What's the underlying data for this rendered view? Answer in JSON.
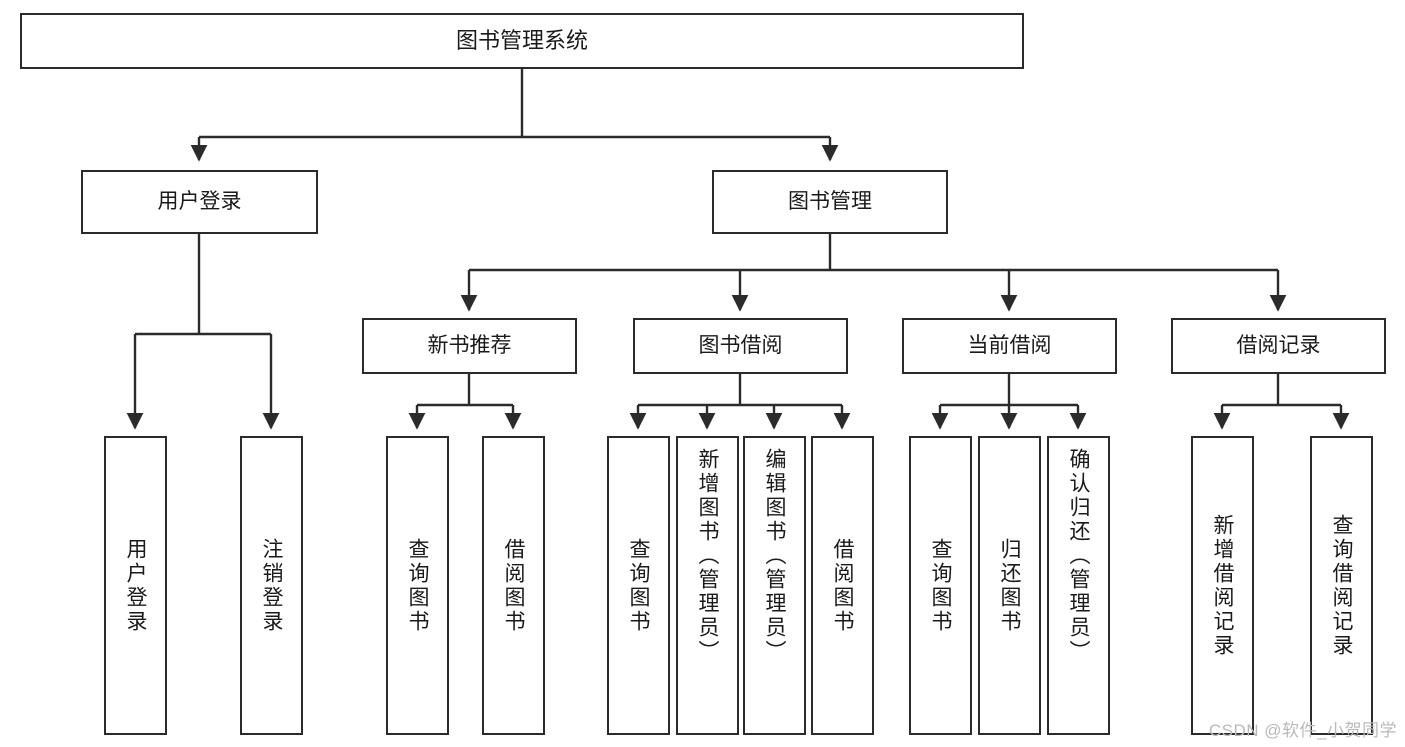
{
  "diagram": {
    "title": "图书管理系统",
    "type": "functional-structure-tree",
    "watermark": "CSDN @软件_小贺同学",
    "colors": {
      "border": "#2b2b2b",
      "background": "#ffffff",
      "text": "#1a1a1a",
      "connector": "#2b2b2b",
      "watermark": "#b9b9b9"
    }
  },
  "nodes": {
    "root": {
      "label": "图书管理系统"
    },
    "level2": [
      {
        "label": "用户登录"
      },
      {
        "label": "图书管理"
      }
    ],
    "level3": [
      {
        "label": "新书推荐"
      },
      {
        "label": "图书借阅"
      },
      {
        "label": "当前借阅"
      },
      {
        "label": "借阅记录"
      }
    ],
    "leaves": {
      "user_login": [
        {
          "label": "用户登录"
        },
        {
          "label": "注销登录"
        }
      ],
      "new_book_recommend": [
        {
          "label": "查询图书"
        },
        {
          "label": "借阅图书"
        }
      ],
      "book_borrow": [
        {
          "label": "查询图书"
        },
        {
          "label": "新增图书（管理员）"
        },
        {
          "label": "编辑图书（管理员）"
        },
        {
          "label": "借阅图书"
        }
      ],
      "current_borrow": [
        {
          "label": "查询图书"
        },
        {
          "label": "归还图书"
        },
        {
          "label": "确认归还（管理员）"
        }
      ],
      "borrow_records": [
        {
          "label": "新增借阅记录"
        },
        {
          "label": "查询借阅记录"
        }
      ]
    }
  }
}
